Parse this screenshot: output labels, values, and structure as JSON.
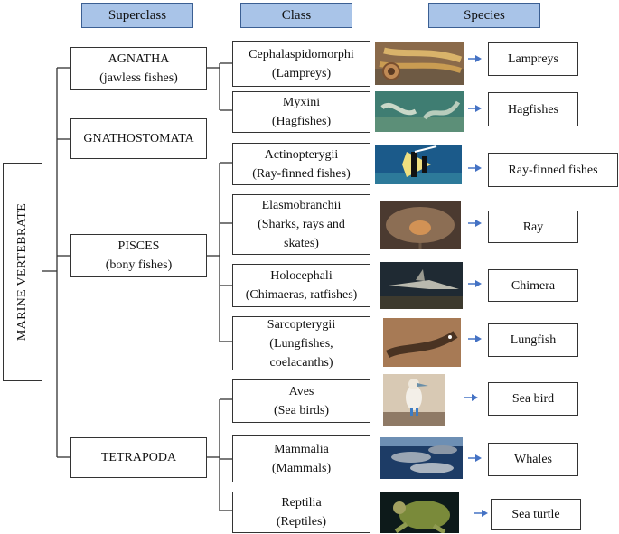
{
  "headers": {
    "superclass": "Superclass",
    "class": "Class",
    "species": "Species"
  },
  "root": {
    "label": "MARINE VERTEBRATE"
  },
  "superclasses": {
    "agnatha": {
      "name": "AGNATHA",
      "desc": "(jawless fishes)"
    },
    "gnathostomata": {
      "name": "GNATHOSTOMATA"
    },
    "pisces": {
      "name": "PISCES",
      "desc": "(bony fishes)"
    },
    "tetrapoda": {
      "name": "TETRAPODA"
    }
  },
  "classes": [
    {
      "lines": [
        "Cephalaspidomorphi",
        "(Lampreys)"
      ],
      "species": "Lampreys",
      "image": "lamprey-photo"
    },
    {
      "lines": [
        "Myxini",
        "(Hagfishes)"
      ],
      "species": "Hagfishes",
      "image": "hagfish-photo"
    },
    {
      "lines": [
        "Actinopterygii",
        "(Ray-finned fishes)"
      ],
      "species": "Ray-finned fishes",
      "image": "moorish-idol-photo"
    },
    {
      "lines": [
        "Elasmobranchii",
        "(Sharks, rays and",
        "skates)"
      ],
      "species": "Ray",
      "image": "stingray-photo"
    },
    {
      "lines": [
        "Holocephali",
        "(Chimaeras, ratfishes)"
      ],
      "species": "Chimera",
      "image": "chimaera-photo"
    },
    {
      "lines": [
        "Sarcopterygii",
        "(Lungfishes,",
        "coelacanths)"
      ],
      "species": "Lungfish",
      "image": "lungfish-photo"
    },
    {
      "lines": [
        "Aves",
        "(Sea birds)"
      ],
      "species": "Sea bird",
      "image": "booby-bird-photo"
    },
    {
      "lines": [
        "Mammalia",
        "(Mammals)"
      ],
      "species": "Whales",
      "image": "dolphins-photo"
    },
    {
      "lines": [
        "Reptilia",
        "(Reptiles)"
      ],
      "species": "Sea turtle",
      "image": "sea-turtle-photo"
    }
  ],
  "colors": {
    "header_fill": "#a9c4e8",
    "header_border": "#3b5f93",
    "arrow": "#4472c4",
    "line": "#333333"
  }
}
